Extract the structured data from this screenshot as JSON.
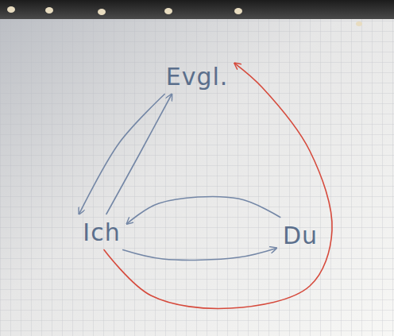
{
  "diagram": {
    "nodes": [
      {
        "text": [
          "Evgl."
        ]
      },
      {
        "text": [
          "Ich"
        ]
      },
      {
        "text": [
          "Du"
        ]
      }
    ],
    "edges": [
      {
        "from": 0,
        "to": 1,
        "arrow": "to"
      },
      {
        "from": 1,
        "to": 0,
        "arrow": "to"
      },
      {
        "from": 1,
        "to": 2,
        "arrow": "to"
      },
      {
        "from": 2,
        "to": 1,
        "arrow": "to"
      },
      {
        "from": 1,
        "to": 0,
        "arrow": "to"
      }
    ]
  }
}
